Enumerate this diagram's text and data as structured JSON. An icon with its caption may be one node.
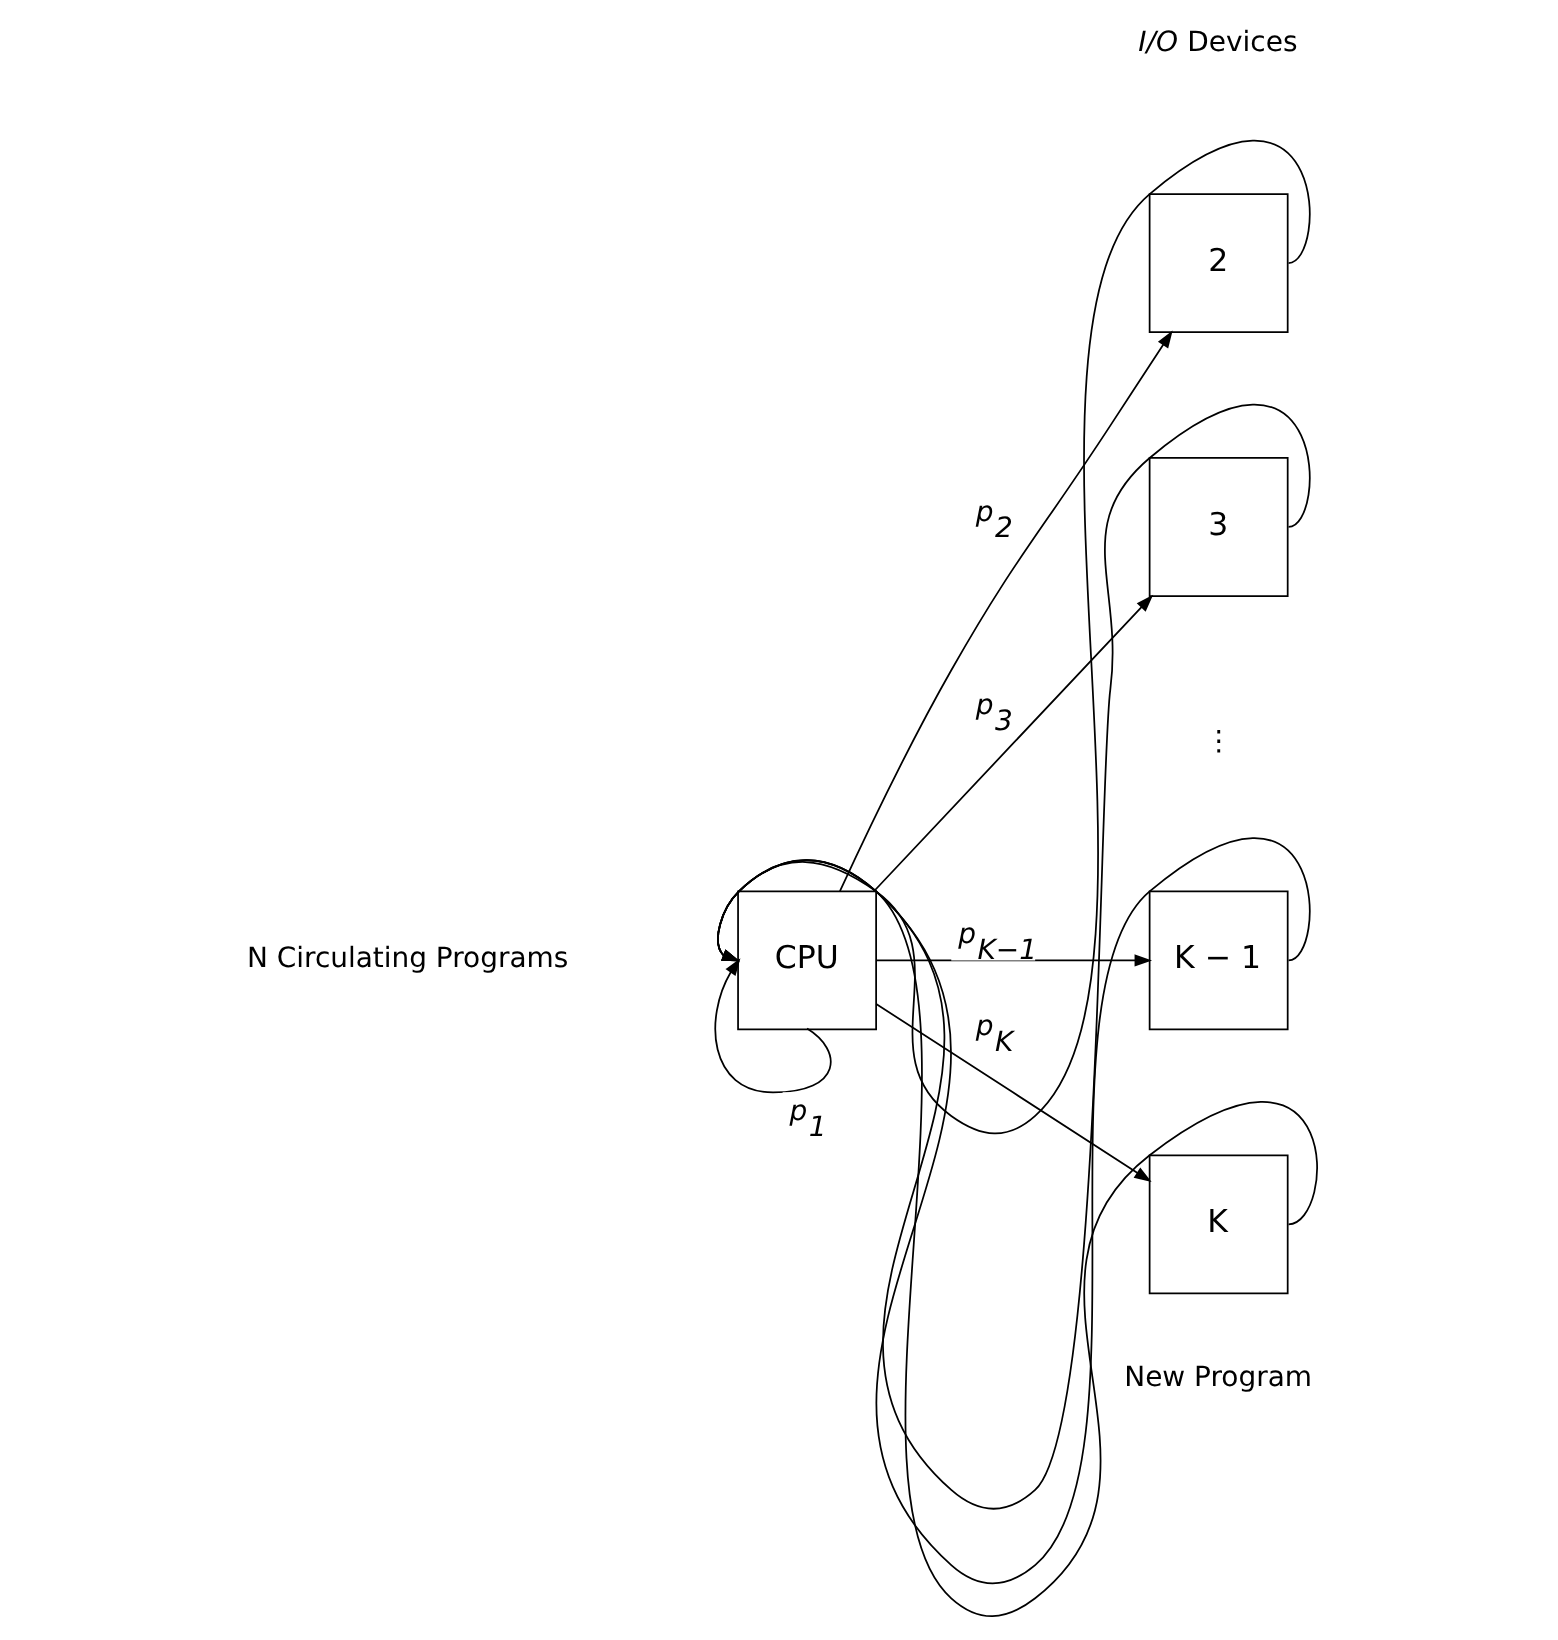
{
  "diagram": {
    "nodes": [
      {
        "text": [
          "CPU"
        ]
      },
      {
        "text": [
          "2"
        ]
      },
      {
        "text": [
          "3"
        ]
      },
      {
        "text": [
          "K − 1"
        ]
      },
      {
        "text": [
          "K"
        ]
      }
    ],
    "edges": [
      {
        "from": 0,
        "to": 0,
        "arrow": "to",
        "label": "p$_{1}$"
      },
      {
        "from": 0,
        "to": 1,
        "arrow": "to",
        "label": "p$_{2}$"
      },
      {
        "from": 0,
        "to": 2,
        "arrow": "to",
        "label": "p$_{3}$"
      },
      {
        "from": 0,
        "to": 3,
        "arrow": "to",
        "label": "p$_{K−1}$"
      },
      {
        "from": 0,
        "to": 4,
        "arrow": "to",
        "label": "p$_{K}$"
      },
      {
        "from": 1,
        "to": 0,
        "arrow": "to"
      },
      {
        "from": 2,
        "to": 0,
        "arrow": "to"
      },
      {
        "from": 3,
        "to": 0,
        "arrow": "to"
      },
      {
        "from": 4,
        "to": 0,
        "arrow": "to"
      }
    ],
    "labels": [
      "N Circulating Programs",
      "*I/O* Devices",
      "⋮",
      "New Program"
    ]
  }
}
